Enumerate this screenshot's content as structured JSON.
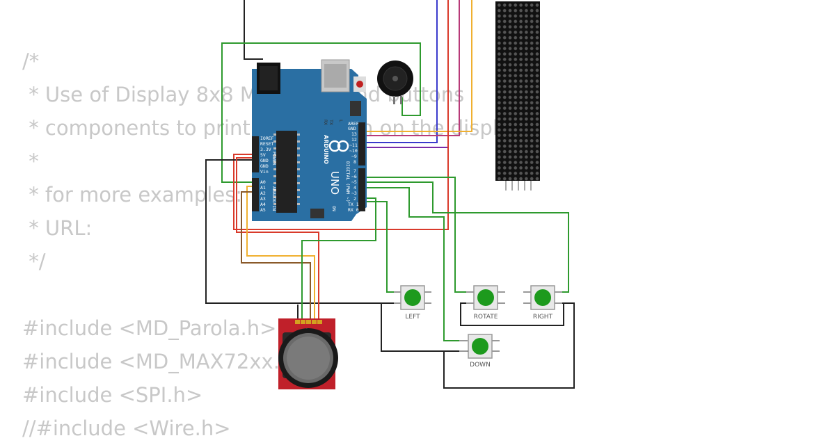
{
  "code_lines": [
    "/*",
    " * Use of Display 8x8 MAX7219 and buttons",
    " * components to print information on the display.",
    " *",
    " * for more examples:",
    " * URL:",
    " */",
    "",
    "#include <MD_Parola.h>",
    "#include <MD_MAX72xx.h>",
    "#include <SPI.h>",
    "//#include <Wire.h>"
  ],
  "buttons": {
    "left": "LEFT",
    "rotate": "ROTATE",
    "right": "RIGHT",
    "down": "DOWN"
  },
  "arduino": {
    "brand": "ARDUINO",
    "model": "UNO",
    "on_label": "ON",
    "digital_label": "DIGITAL (PWM ~)",
    "analog_label": "ANALOG IN",
    "power_label": "POWER",
    "left_header_pins": [
      "IOREF",
      "RESET",
      "3.3V",
      "5V",
      "GND",
      "GND",
      "Vin"
    ],
    "analog_pins": [
      "A0",
      "A1",
      "A2",
      "A3",
      "A4",
      "A5"
    ],
    "digital_top_pins": [
      "AREF",
      "GND",
      "13",
      "12",
      "~11",
      "~10",
      "~9",
      "8"
    ],
    "digital_bottom_pins": [
      "7",
      "~6",
      "~5",
      "4",
      "~3",
      "2",
      "TX 1",
      "RX 0"
    ],
    "tx_label": "TX",
    "rx_label": "RX",
    "l_label": "L"
  },
  "colors": {
    "board": "#2a6fa3",
    "wire_black": "#222222",
    "wire_green": "#2e9a2e",
    "wire_red": "#d93a2b",
    "wire_blue": "#3a3acc",
    "wire_purple": "#7a2aa8",
    "wire_magenta": "#b83a78",
    "wire_orange": "#f0b030",
    "wire_brown": "#8a5a2a",
    "button_green": "#1d9a1d",
    "joystick_red": "#c0202a",
    "matrix_black": "#111111"
  },
  "icons": {
    "buzzer": "buzzer-icon",
    "joystick": "joystick-icon",
    "dot_matrix": "led-matrix-icon"
  }
}
